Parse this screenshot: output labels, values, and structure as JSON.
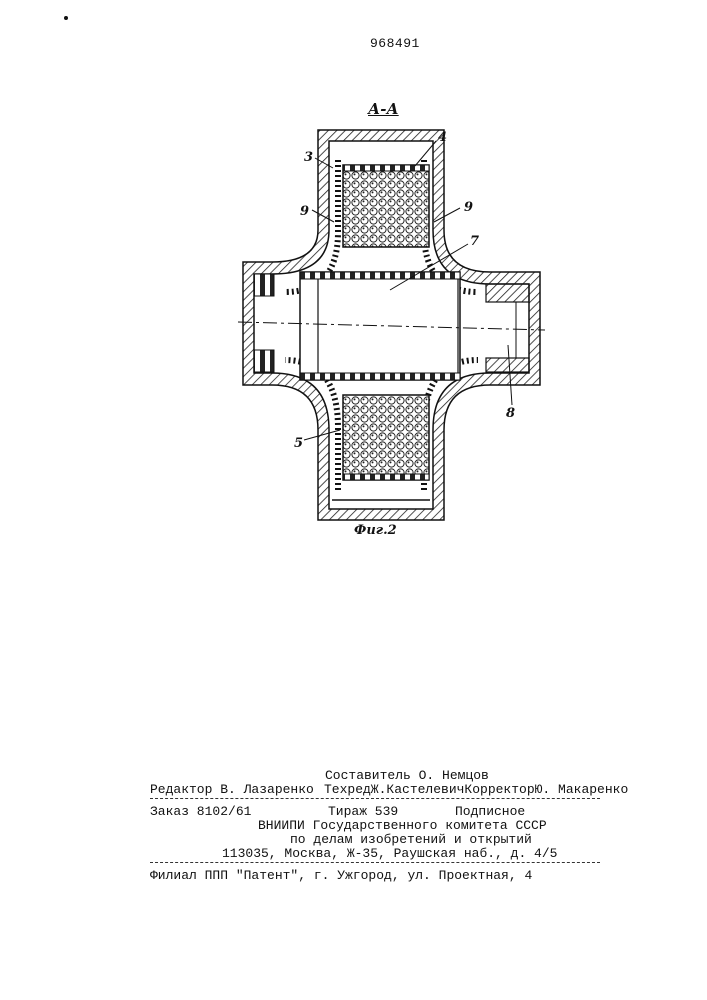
{
  "header": {
    "patent_number": "968491"
  },
  "figure": {
    "section_label": "А-А",
    "caption": "Фиг.2",
    "callouts": {
      "c3": "3",
      "c4": "4",
      "c9a": "9",
      "c9b": "9",
      "c7": "7",
      "c8": "8",
      "c5": "5"
    }
  },
  "colophon": {
    "compiler": "Составитель О. Немцов",
    "editor": "Редактор В. Лазаренко",
    "techred_corrector": "ТехредЖ.КастелевичКорректорЮ. Макаренко",
    "order": "Заказ 8102/61",
    "circulation": "Тираж 539",
    "subscription": "Подписное",
    "org_line1": "ВНИИПИ Государственного комитета СССР",
    "org_line2": "по делам изобретений и открытий",
    "address": "113035, Москва, Ж-35, Раушская наб., д. 4/5",
    "branch": "Филиал ППП \"Патент\", г. Ужгород, ул. Проектная, 4"
  }
}
